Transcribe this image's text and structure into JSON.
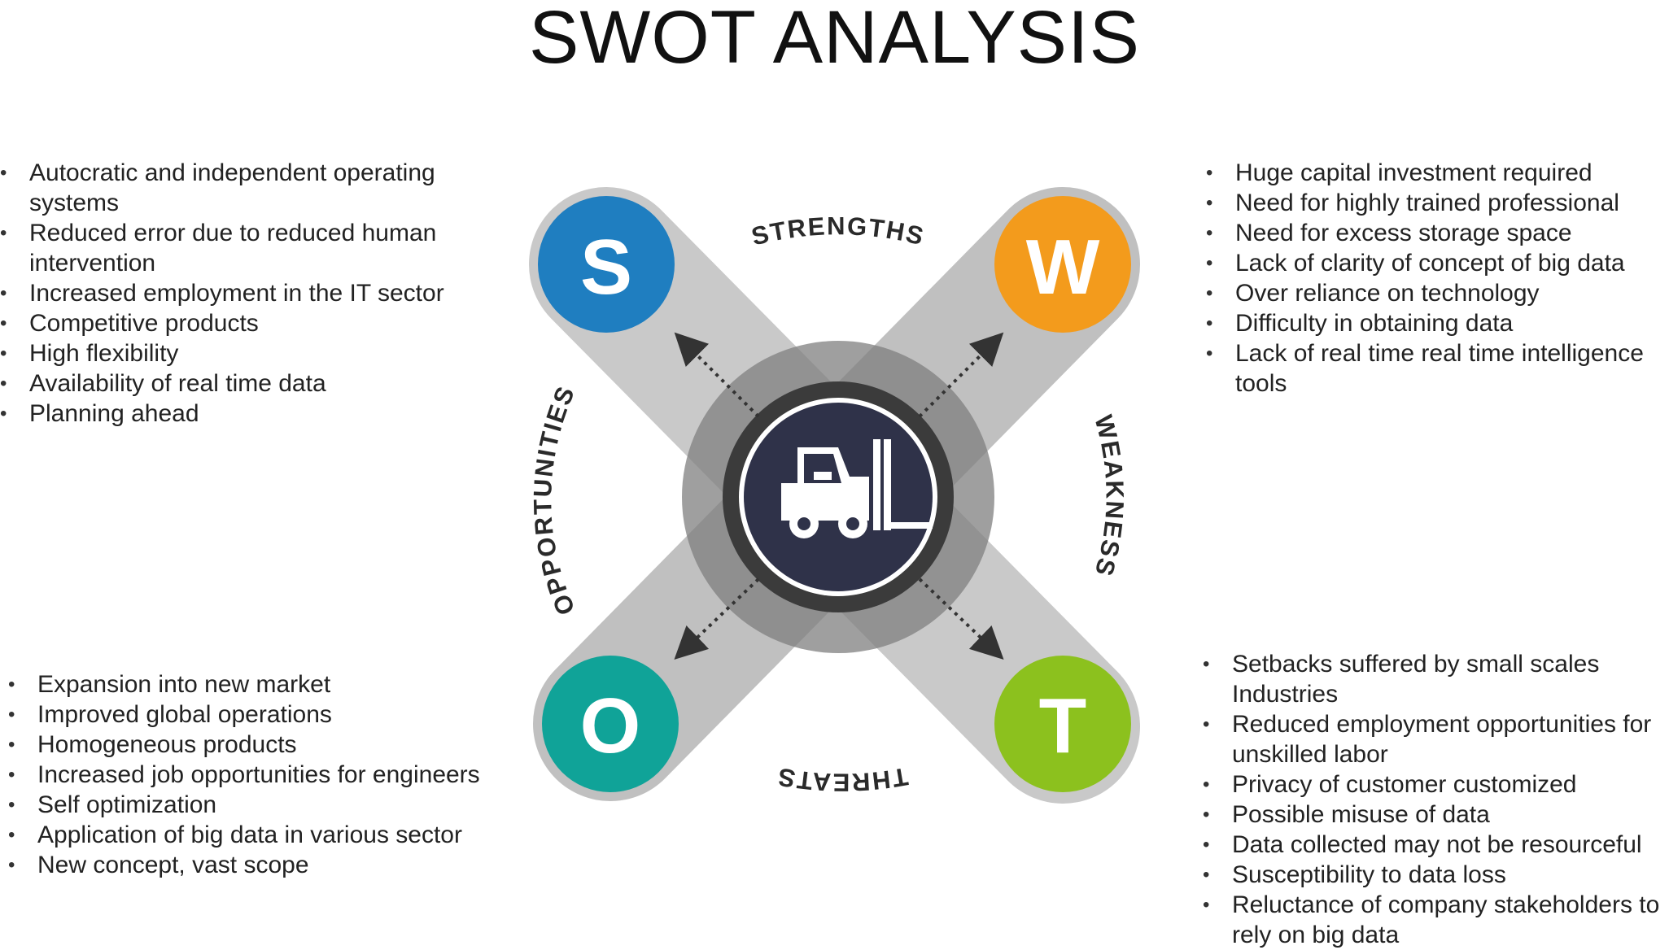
{
  "title": "SWOT ANALYSIS",
  "colors": {
    "strengths": "#1f7ec0",
    "weakness": "#f39b1c",
    "opportunities": "#10a398",
    "threats": "#8cc11e",
    "center": "#2f3249",
    "arm": "#c9c9c9"
  },
  "quadrants": {
    "strengths": {
      "letter": "S",
      "label": "STRENGTHS",
      "items": [
        "Autocratic and independent operating systems",
        "Reduced error due to reduced human intervention",
        "Increased employment in the IT sector",
        "Competitive products",
        "High flexibility",
        "Availability of real time data",
        "Planning ahead"
      ]
    },
    "weakness": {
      "letter": "W",
      "label": "WEAKNESS",
      "items": [
        "Huge capital investment required",
        "Need for highly trained professional",
        "Need for excess storage space",
        "Lack of clarity of concept of big data",
        "Over reliance on technology",
        "Difficulty in obtaining data",
        "Lack of real time real time intelligence tools"
      ]
    },
    "opportunities": {
      "letter": "O",
      "label": "OPPORTUNITIES",
      "items": [
        "Expansion into new market",
        "Improved global operations",
        "Homogeneous products",
        "Increased job opportunities for engineers",
        "Self optimization",
        "Application of big data in various sector",
        "New concept, vast scope"
      ]
    },
    "threats": {
      "letter": "T",
      "label": "THREATS",
      "items": [
        "Setbacks suffered by small scales Industries",
        "Reduced employment opportunities for unskilled labor",
        "Privacy of customer customized",
        "Possible misuse of data",
        "Data collected may not be resourceful",
        "Susceptibility to data loss",
        "Reluctance of company stakeholders to rely on big data"
      ]
    }
  },
  "center_icon": "forklift-icon"
}
